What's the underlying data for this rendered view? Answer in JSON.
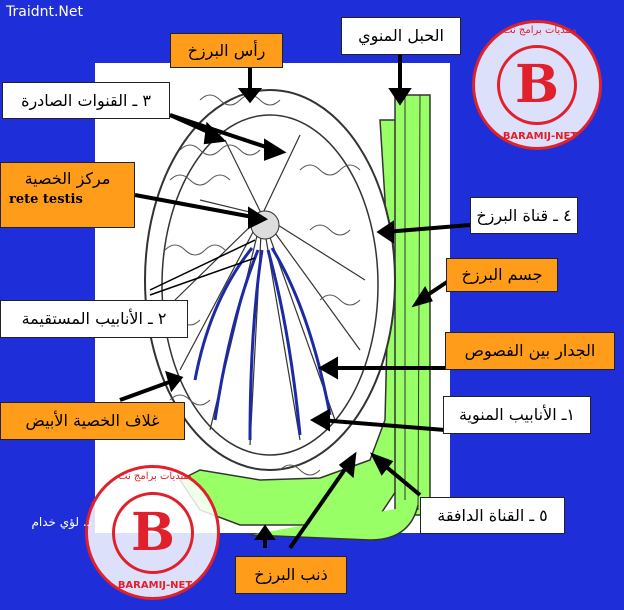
{
  "watermark": "Traidnt.Net",
  "logo": {
    "letter": "B",
    "ring_text": "منتديات برامج نت",
    "bottom_text": "BARAMIJ-NET"
  },
  "signature": "د. لؤي خدام",
  "labels": {
    "head": "رأس البرزخ",
    "spermatic_cord": "الحبل المنوي",
    "efferent": "٣ ـ القنوات الصادرة",
    "center": "مركز الخصية",
    "rete": "rete testis",
    "duct": "٤ ـ قناة البرزخ",
    "body": "جسم البرزخ",
    "straight": "٢ ـ الأنابيب المستقيمة",
    "septum": "الجدار بين الفصوص",
    "albuginea": "غلاف الخصية الأبيض",
    "seminiferous": "١ـ الأنابيب المنوية",
    "vas": "٥ ـ القناة الدافقة",
    "tail": "ذنب البرزخ"
  },
  "colors": {
    "background": "#1e2fd9",
    "orange": "#ff9c1a",
    "green": "#99ff66",
    "logo_red": "#e0202a",
    "tubule_blue": "#1d2aa6"
  }
}
